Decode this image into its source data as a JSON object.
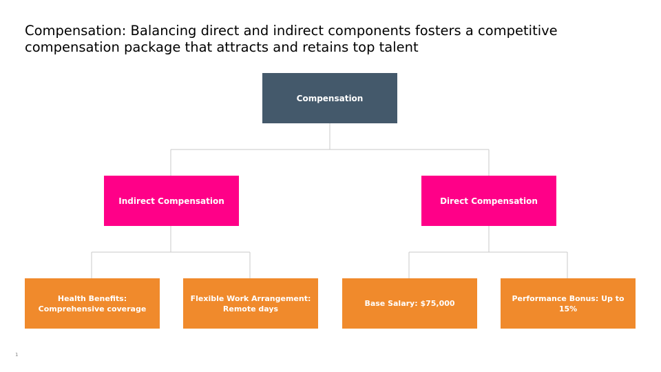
{
  "slide": {
    "title": "Compensation: Balancing direct and indirect components fosters a competitive compensation package that attracts and retains top talent",
    "page_number": "1"
  },
  "diagram": {
    "root": {
      "label": "Compensation",
      "color": "#44596b"
    },
    "branches": [
      {
        "label": "Indirect Compensation",
        "color": "#ff0088",
        "children": [
          {
            "label": "Health Benefits: Comprehensive coverage",
            "color": "#f08a2c"
          },
          {
            "label": "Flexible Work Arrangement: Remote days",
            "color": "#f08a2c"
          }
        ]
      },
      {
        "label": "Direct Compensation",
        "color": "#ff0088",
        "children": [
          {
            "label": "Base Salary: $75,000",
            "color": "#f08a2c"
          },
          {
            "label": "Performance Bonus: Up to 15%",
            "color": "#f08a2c"
          }
        ]
      }
    ],
    "connector_color": "#c8c8c8"
  }
}
